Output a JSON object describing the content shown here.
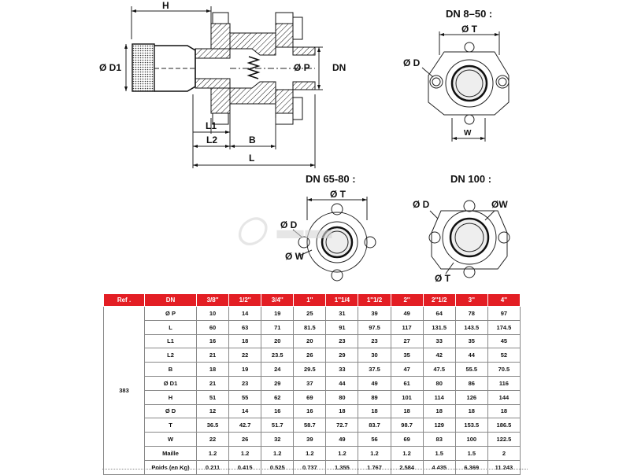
{
  "drawing": {
    "dims": {
      "h": "H",
      "d1": "Ø D1",
      "p": "Ø P",
      "dn": "DN",
      "l1": "L1",
      "l2": "L2",
      "b": "B",
      "l": "L"
    },
    "views": {
      "dn8_50": {
        "title": "DN 8–50 :",
        "t": "Ø T",
        "d": "Ø D",
        "w": "W"
      },
      "dn65_80": {
        "title": "DN 65-80 :",
        "t": "Ø T",
        "d": "Ø D",
        "w": "Ø W"
      },
      "dn100": {
        "title": "DN 100 :",
        "d": "Ø D",
        "w": "ØW",
        "t": "Ø T"
      }
    }
  },
  "table": {
    "headers": [
      "Ref .",
      "DN",
      "3/8''",
      "1/2''",
      "3/4''",
      "1''",
      "1''1/4",
      "1''1/2",
      "2''",
      "2''1/2",
      "3''",
      "4''"
    ],
    "ref": "383",
    "rows": [
      {
        "param": "Ø P",
        "values": [
          "10",
          "14",
          "19",
          "25",
          "31",
          "39",
          "49",
          "64",
          "78",
          "97"
        ]
      },
      {
        "param": "L",
        "values": [
          "60",
          "63",
          "71",
          "81.5",
          "91",
          "97.5",
          "117",
          "131.5",
          "143.5",
          "174.5"
        ]
      },
      {
        "param": "L1",
        "values": [
          "16",
          "18",
          "20",
          "20",
          "23",
          "23",
          "27",
          "33",
          "35",
          "45"
        ]
      },
      {
        "param": "L2",
        "values": [
          "21",
          "22",
          "23.5",
          "26",
          "29",
          "30",
          "35",
          "42",
          "44",
          "52"
        ]
      },
      {
        "param": "B",
        "values": [
          "18",
          "19",
          "24",
          "29.5",
          "33",
          "37.5",
          "47",
          "47.5",
          "55.5",
          "70.5"
        ]
      },
      {
        "param": "Ø D1",
        "values": [
          "21",
          "23",
          "29",
          "37",
          "44",
          "49",
          "61",
          "80",
          "86",
          "116"
        ]
      },
      {
        "param": "H",
        "values": [
          "51",
          "55",
          "62",
          "69",
          "80",
          "89",
          "101",
          "114",
          "126",
          "144"
        ]
      },
      {
        "param": "Ø D",
        "values": [
          "12",
          "14",
          "16",
          "16",
          "18",
          "18",
          "18",
          "18",
          "18",
          "18"
        ]
      },
      {
        "param": "T",
        "values": [
          "36.5",
          "42.7",
          "51.7",
          "58.7",
          "72.7",
          "83.7",
          "98.7",
          "129",
          "153.5",
          "186.5"
        ]
      },
      {
        "param": "W",
        "values": [
          "22",
          "26",
          "32",
          "39",
          "49",
          "56",
          "69",
          "83",
          "100",
          "122.5"
        ]
      },
      {
        "param": "Maille",
        "values": [
          "1.2",
          "1.2",
          "1.2",
          "1.2",
          "1.2",
          "1.2",
          "1.2",
          "1.5",
          "1.5",
          "2"
        ]
      },
      {
        "param": "Poids (en Kg)",
        "values": [
          "0.211",
          "0.415",
          "0.525",
          "0.737",
          "1.355",
          "1.767",
          "2.584",
          "4.435",
          "6.369",
          "11.243"
        ]
      }
    ]
  }
}
